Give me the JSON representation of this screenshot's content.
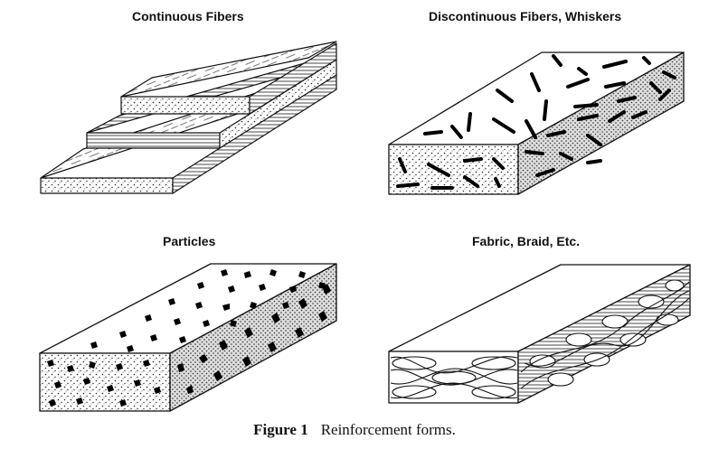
{
  "panels": [
    {
      "id": "continuous",
      "title": "Continuous Fibers"
    },
    {
      "id": "discontinuous",
      "title": "Discontinuous Fibers, Whiskers"
    },
    {
      "id": "particles",
      "title": "Particles"
    },
    {
      "id": "fabric",
      "title": "Fabric, Braid, Etc."
    }
  ],
  "caption": {
    "label": "Figure 1",
    "text": "Reinforcement forms."
  }
}
